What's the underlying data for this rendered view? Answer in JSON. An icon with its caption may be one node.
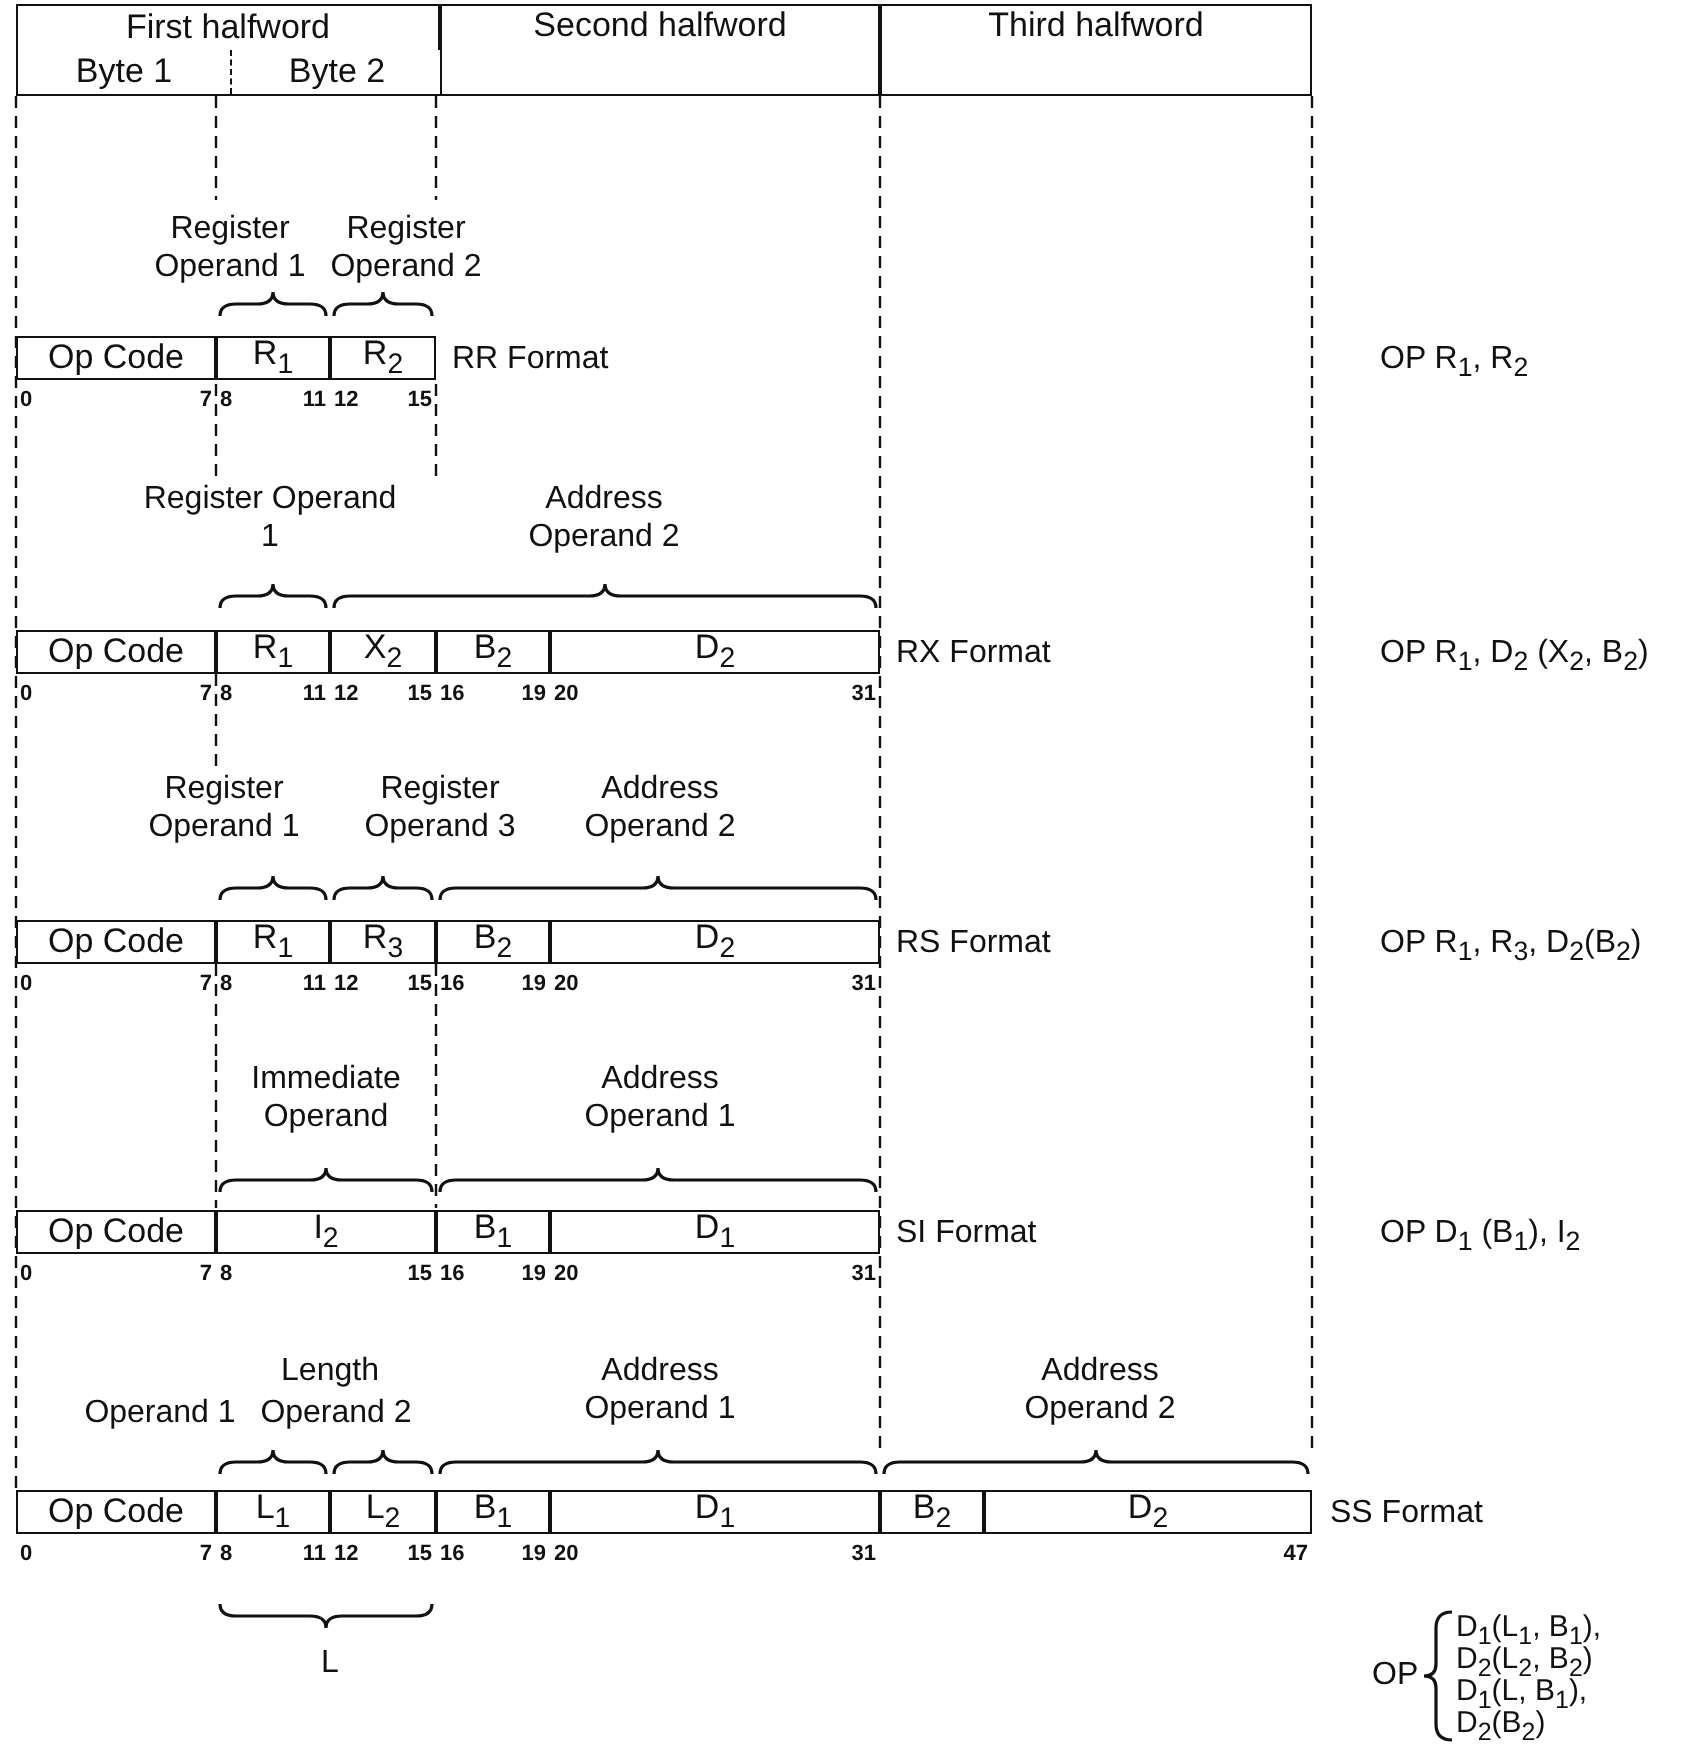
{
  "diagram": {
    "nodes": [
      {
        "text": [
          "First halfword"
        ]
      },
      {
        "text": [
          "Byte 1"
        ],
        "in": 0
      },
      {
        "text": [
          "Byte 2"
        ],
        "in": 0
      },
      {
        "text": [
          "Second halfword"
        ]
      },
      {
        "text": [
          "Third halfword"
        ]
      },
      {
        "text": [
          "Op Code"
        ]
      },
      {
        "text": [
          "R$_{1}$"
        ]
      },
      {
        "text": [
          "R$_{2}$"
        ]
      },
      {
        "text": [
          "Op Code"
        ]
      },
      {
        "text": [
          "R$_{1}$"
        ]
      },
      {
        "text": [
          "X$_{2}$"
        ]
      },
      {
        "text": [
          "B$_{2}$"
        ]
      },
      {
        "text": [
          "D$_{2}$"
        ]
      },
      {
        "text": [
          "Op Code"
        ]
      },
      {
        "text": [
          "R$_{1}$"
        ]
      },
      {
        "text": [
          "R$_{3}$"
        ]
      },
      {
        "text": [
          "B$_{2}$"
        ]
      },
      {
        "text": [
          "D$_{2}$"
        ]
      },
      {
        "text": [
          "Op Code"
        ]
      },
      {
        "text": [
          "I$_{2}$"
        ]
      },
      {
        "text": [
          "B$_{1}$"
        ]
      },
      {
        "text": [
          "D$_{1}$"
        ]
      },
      {
        "text": [
          "Op Code"
        ]
      },
      {
        "text": [
          "L$_{1}$"
        ]
      },
      {
        "text": [
          "L$_{2}$"
        ]
      },
      {
        "text": [
          "B$_{1}$"
        ]
      },
      {
        "text": [
          "D$_{1}$"
        ]
      },
      {
        "text": [
          "B$_{2}$"
        ]
      },
      {
        "text": [
          "D$_{2}$"
        ]
      }
    ],
    "labels": [
      "Register Operand 1",
      "Register Operand 2",
      "RR Format",
      "OP R$_{1}$, R$_{2}$",
      "0",
      "7",
      "8",
      "11",
      "12",
      "15",
      "Register Operand 1",
      "Address Operand 2",
      "RX Format",
      "OP R$_{1}$, D$_{2}$ (X$_{2}$, B$_{2}$)",
      "0",
      "7",
      "8",
      "11",
      "12",
      "15",
      "16",
      "19",
      "20",
      "31",
      "Register Operand 1",
      "Register Operand 3",
      "Address Operand 2",
      "RS Format",
      "OP R$_{1}$, R$_{3}$, D$_{2}$(B$_{2}$)",
      "0",
      "7",
      "8",
      "11",
      "12",
      "15",
      "16",
      "19",
      "20",
      "31",
      "Immediate Operand",
      "Address Operand 1",
      "SI Format",
      "OP D$_{1}$ (B$_{1}$), I$_{2}$",
      "0",
      "7",
      "8",
      "15",
      "16",
      "19",
      "20",
      "31",
      "Length",
      "Operand 1",
      "Operand 2",
      "Address Operand 1",
      "Address Operand 2",
      "SS Format",
      "0",
      "7",
      "8",
      "11",
      "12",
      "15",
      "16",
      "19",
      "20",
      "31",
      "47",
      "L",
      "OP",
      "D$_{1}$(L$_{1}$, B$_{1}$),",
      "D$_{2}$(L$_{2}$, B$_{2}$)",
      "D$_{1}$(L, B$_{1}$),",
      "D$_{2}$(B$_{2}$)"
    ]
  }
}
